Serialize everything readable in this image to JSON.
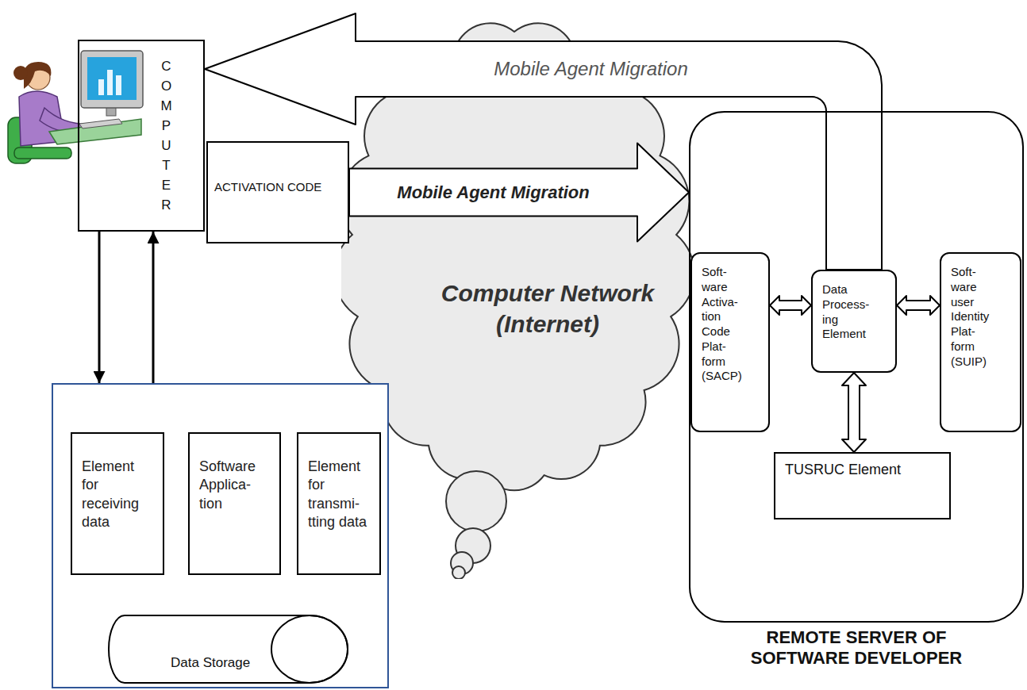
{
  "diagram": {
    "nodes": [
      {
        "text": [
          "COMPUTER"
        ]
      },
      {
        "text": [
          "ACTIVATION CODE"
        ]
      },
      {
        "text": [
          "Computer Network (Internet)"
        ]
      },
      {
        "text": []
      },
      {
        "text": [
          "Element for receiving data"
        ],
        "in": 3
      },
      {
        "text": [
          "Software Applica- tion"
        ],
        "in": 3
      },
      {
        "text": [
          "Element for transmi- tting data"
        ],
        "in": 3
      },
      {
        "text": [
          "Data Storage"
        ],
        "in": 3
      },
      {
        "text": [
          "REMOTE SERVER OF SOFTWARE DEVELOPER"
        ]
      },
      {
        "text": [
          "Soft- ware Activa- tion Code Plat- form (SACP)"
        ],
        "in": 8
      },
      {
        "text": [
          "Data Process- ing Element"
        ],
        "in": 8
      },
      {
        "text": [
          "Soft- ware user Identity Plat- form (SUIP)"
        ],
        "in": 8
      },
      {
        "text": [
          "TUSRUC Element"
        ],
        "in": 8
      }
    ],
    "edges": [
      {
        "from": 10,
        "to": 0,
        "label": "Mobile Agent Migration",
        "arrow": "to"
      },
      {
        "from": 1,
        "to": 8,
        "label": "Mobile Agent Migration",
        "arrow": "to"
      },
      {
        "from": 0,
        "to": 3,
        "arrow": "to"
      },
      {
        "from": 3,
        "to": 0,
        "arrow": "to"
      },
      {
        "from": 4,
        "to": 7,
        "arrow": "to"
      },
      {
        "from": 7,
        "to": 4,
        "arrow": "to"
      },
      {
        "from": 7,
        "to": 5,
        "arrow": "to"
      },
      {
        "from": 5,
        "to": 7,
        "arrow": "to"
      },
      {
        "from": 6,
        "to": 7,
        "arrow": "to"
      },
      {
        "from": 7,
        "to": 6,
        "arrow": "to"
      },
      {
        "from": 9,
        "to": 10,
        "arrow": "both"
      },
      {
        "from": 10,
        "to": 11,
        "arrow": "both"
      },
      {
        "from": 10,
        "to": 12,
        "arrow": "both"
      }
    ]
  }
}
